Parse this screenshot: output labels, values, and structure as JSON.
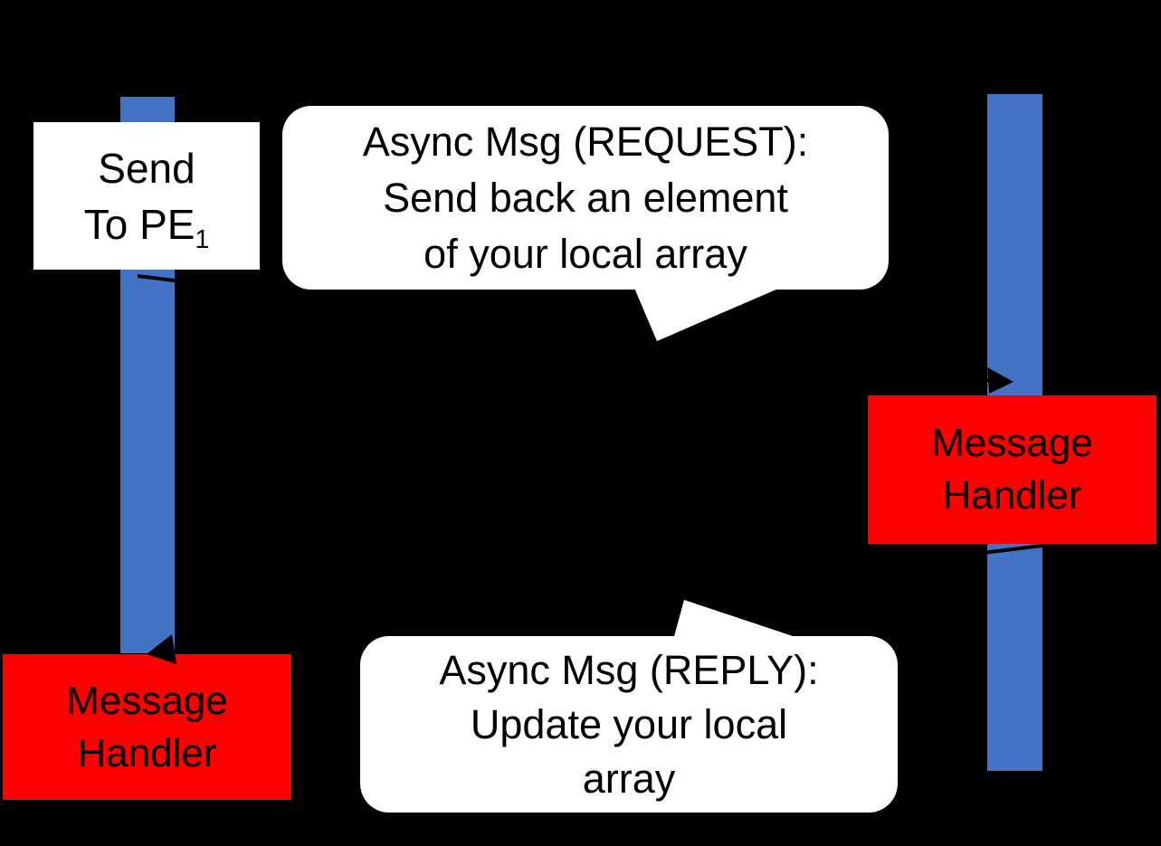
{
  "diagram": {
    "background_color": "#000000",
    "timeline_color": "#4472C4",
    "handler_color": "#FF0000",
    "callout_color": "#FFFFFF",
    "text_color": "#000000"
  },
  "pe0": {
    "send_box": {
      "line1": "Send",
      "line2_text": "To PE",
      "line2_subscript": "1"
    },
    "handler": {
      "line1": "Message",
      "line2": "Handler"
    }
  },
  "pe1": {
    "handler": {
      "line1": "Message",
      "line2": "Handler"
    }
  },
  "request_callout": {
    "line1": "Async Msg (REQUEST):",
    "line2": "Send back an element",
    "line3": "of your local array"
  },
  "reply_callout": {
    "line1": "Async Msg (REPLY):",
    "line2": "Update your local",
    "line3": "array"
  }
}
